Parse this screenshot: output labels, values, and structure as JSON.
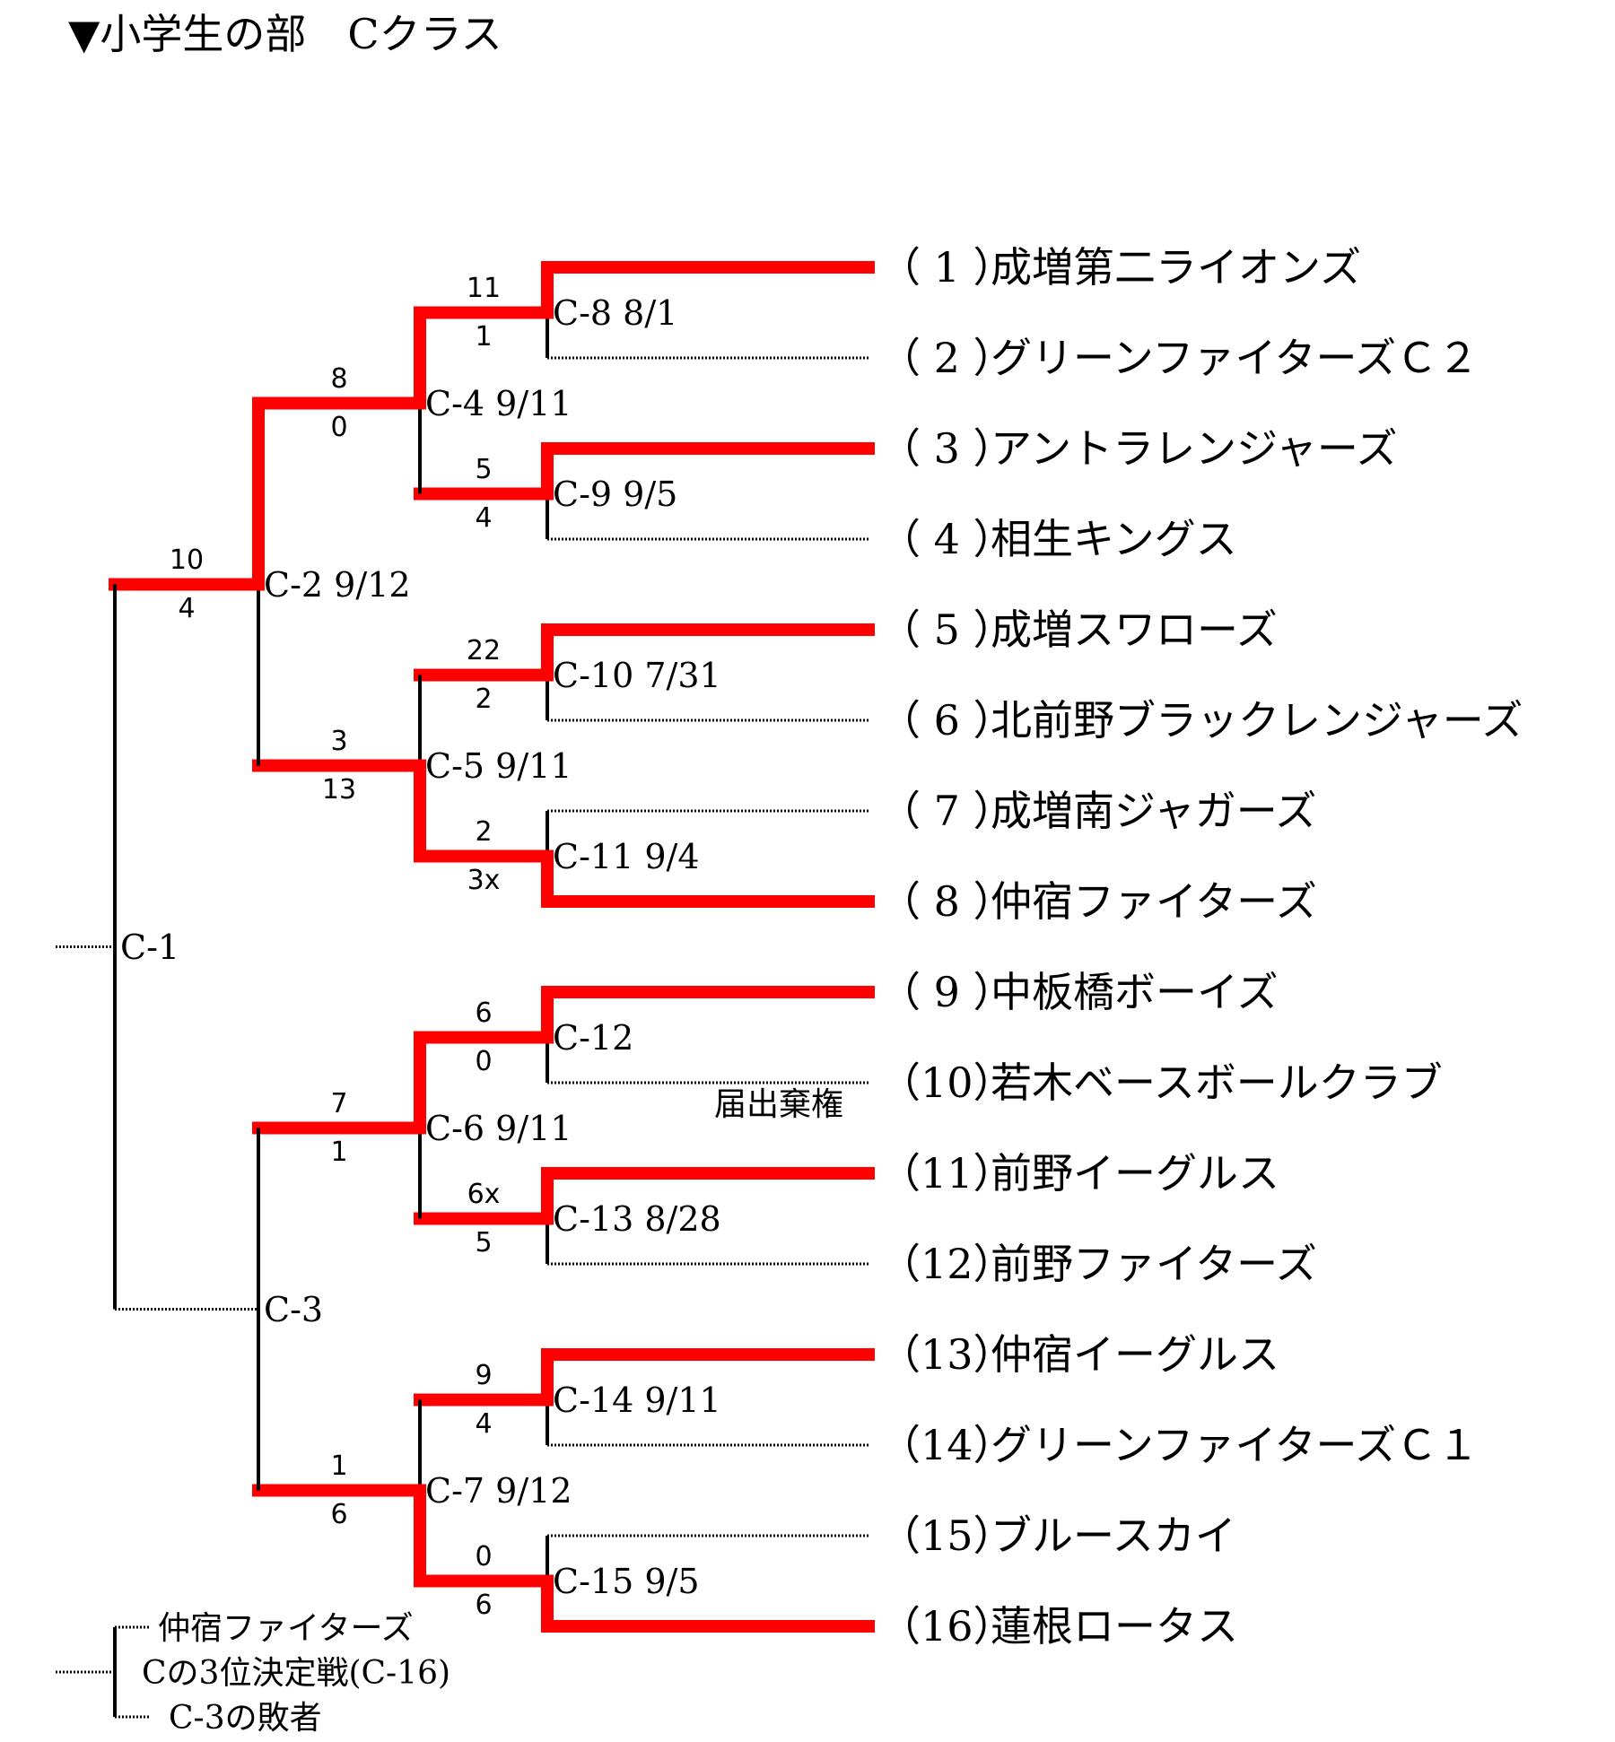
{
  "title": "▼小学生の部　Cクラス",
  "colors": {
    "winner_line": "#ff0000",
    "line": "#000000"
  },
  "teams": [
    {
      "seed": "（ 1 ）",
      "name": "成増第二ライオンズ"
    },
    {
      "seed": "（ 2 ）",
      "name": "グリーンファイターズＣ２"
    },
    {
      "seed": "（ 3 ）",
      "name": "アントラレンジャーズ"
    },
    {
      "seed": "（ 4 ）",
      "name": "相生キングス"
    },
    {
      "seed": "（ 5 ）",
      "name": "成増スワローズ"
    },
    {
      "seed": "（ 6 ）",
      "name": "北前野ブラックレンジャーズ"
    },
    {
      "seed": "（ 7 ）",
      "name": "成増南ジャガーズ"
    },
    {
      "seed": "（ 8 ）",
      "name": "仲宿ファイターズ"
    },
    {
      "seed": "（ 9 ）",
      "name": "中板橋ボーイズ"
    },
    {
      "seed": "（10）",
      "name": "若木ベースボールクラブ"
    },
    {
      "seed": "（11）",
      "name": "前野イーグルス"
    },
    {
      "seed": "（12）",
      "name": "前野ファイターズ"
    },
    {
      "seed": "（13）",
      "name": "仲宿イーグルス"
    },
    {
      "seed": "（14）",
      "name": "グリーンファイターズＣ１"
    },
    {
      "seed": "（15）",
      "name": "ブルースカイ"
    },
    {
      "seed": "（16）",
      "name": "蓮根ロータス"
    }
  ],
  "matches": [
    {
      "label": "C-8 8/1",
      "top_score": "11",
      "bottom_score": "1"
    },
    {
      "label": "C-9 9/5",
      "top_score": "5",
      "bottom_score": "4"
    },
    {
      "label": "C-10 7/31",
      "top_score": "22",
      "bottom_score": "2"
    },
    {
      "label": "C-11 9/4",
      "top_score": "2",
      "bottom_score": "3x"
    },
    {
      "label": "C-12",
      "top_score": "6",
      "bottom_score": "0"
    },
    {
      "label": "C-13 8/28",
      "top_score": "6x",
      "bottom_score": "5"
    },
    {
      "label": "C-14 9/11",
      "top_score": "9",
      "bottom_score": "4"
    },
    {
      "label": "C-15 9/5",
      "top_score": "0",
      "bottom_score": "6"
    },
    {
      "label": "C-4 9/11",
      "top_score": "8",
      "bottom_score": "0"
    },
    {
      "label": "C-5 9/11",
      "top_score": "3",
      "bottom_score": "13"
    },
    {
      "label": "C-6 9/11",
      "top_score": "7",
      "bottom_score": "1"
    },
    {
      "label": "C-7 9/12",
      "top_score": "1",
      "bottom_score": "6"
    },
    {
      "label": "C-2 9/12",
      "top_score": "10",
      "bottom_score": "4"
    },
    {
      "label": "C-3"
    },
    {
      "label": "C-1"
    }
  ],
  "forfeit_note": "届出棄権",
  "third_place": {
    "entrant_a": "仲宿ファイターズ",
    "label": "Cの3位決定戦(C-16)",
    "entrant_b": "C-3の敗者"
  }
}
